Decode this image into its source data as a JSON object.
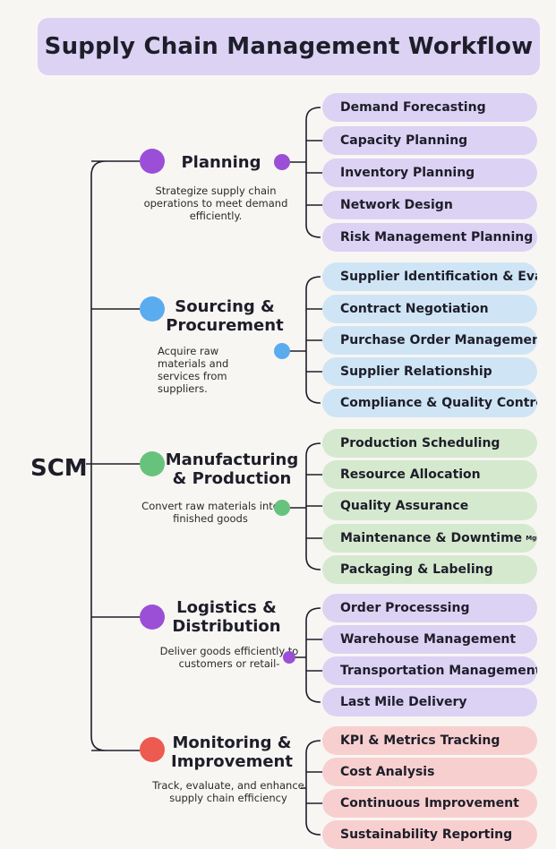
{
  "title": "Supply Chain Management Workflow",
  "root": "SCM",
  "colors": {
    "purple": "#9b4fd6",
    "blue": "#5aacef",
    "green": "#67c37c",
    "red": "#ec5a50"
  },
  "stages": [
    {
      "title": "Planning",
      "description": "Strategize supply chain operations to meet demand efficiently.",
      "color": "purple",
      "tasks": [
        "Demand Forecasting",
        "Capacity Planning",
        "Inventory Planning",
        "Network Design",
        "Risk Management Planning"
      ]
    },
    {
      "title": "Sourcing & Procurement",
      "description": "Acquire raw materials and services from suppliers.",
      "color": "blue",
      "tasks": [
        "Supplier Identification & Eval.",
        "Contract Negotiation",
        "Purchase Order Management",
        "Supplier Relationship",
        "Compliance & Quality Control"
      ]
    },
    {
      "title": "Manufacturing & Production",
      "description": "Convert raw materials into finished goods",
      "color": "green",
      "tasks": [
        "Production Scheduling",
        "Resource Allocation",
        "Quality Assurance",
        "Maintenance & Downtime",
        "Packaging & Labeling"
      ],
      "task_suffix": {
        "index": 3,
        "text": "Mgmk"
      }
    },
    {
      "title": "Logistics & Distribution",
      "description": "Deliver goods efficiently to customers or retail-",
      "color": "purple",
      "tasks": [
        "Order Processsing",
        "Warehouse Management",
        "Transportation Management",
        "Last Mile Delivery"
      ]
    },
    {
      "title": "Monitoring & Improvement",
      "description": "Track, evaluate, and enhance supply chain efficiency",
      "color": "red",
      "tasks": [
        "KPI & Metrics Tracking",
        "Cost Analysis",
        "Continuous Improvement",
        "Sustainability Reporting"
      ]
    }
  ]
}
